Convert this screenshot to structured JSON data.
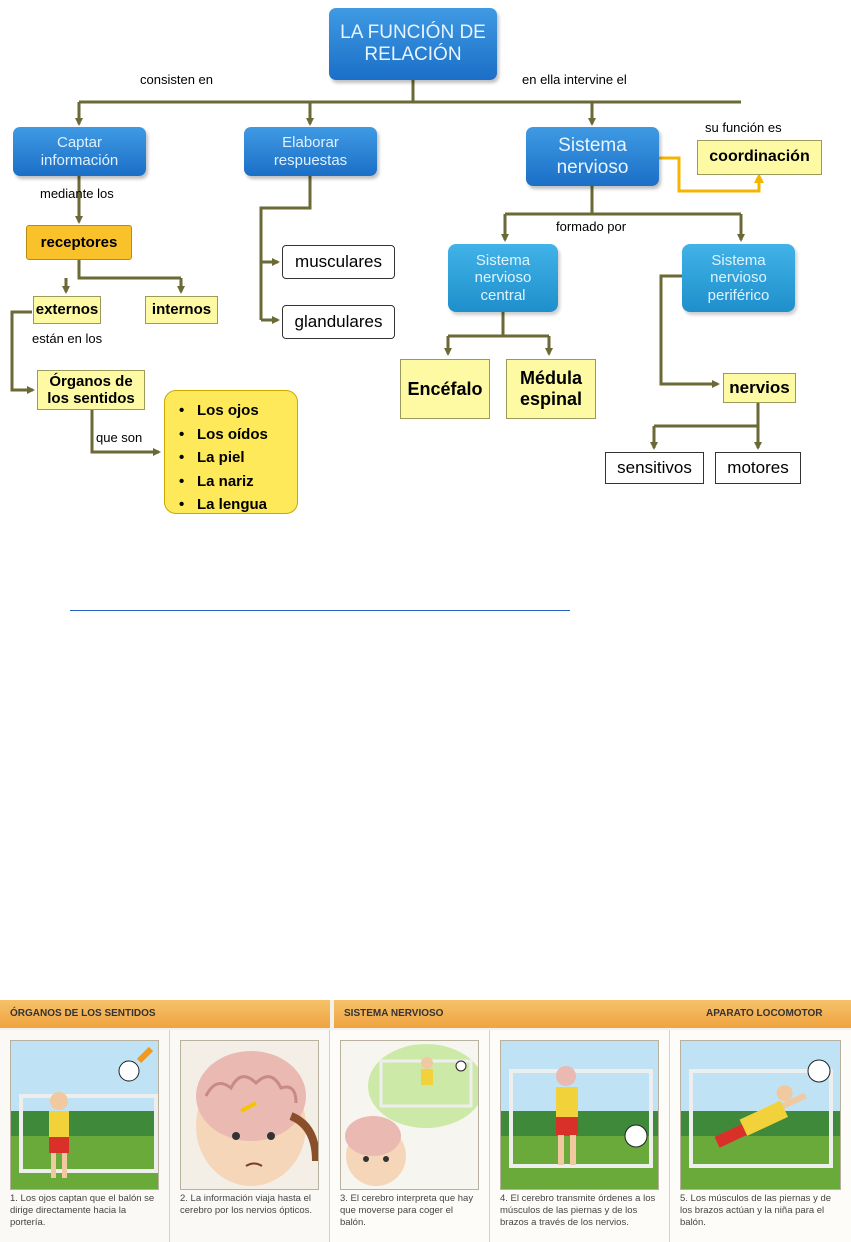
{
  "concept_map": {
    "title": "LA FUNCIÓN DE RELACIÓN",
    "links": {
      "consisten_en": "consisten en",
      "en_ella": "en ella intervine el",
      "mediante": "mediante los",
      "estan_en": "están en los",
      "que_son": "que son",
      "su_funcion": "su función es",
      "formado_por": "formado por"
    },
    "captar": "Captar información",
    "elaborar": "Elaborar respuestas",
    "sistema_nervioso": "Sistema nervioso",
    "coordinacion": "coordinación",
    "receptores": "receptores",
    "externos": "externos",
    "internos": "internos",
    "organos": "Órganos de los sentidos",
    "senses": [
      "Los ojos",
      "Los oídos",
      "La piel",
      "La nariz",
      "La lengua"
    ],
    "musculares": "musculares",
    "glandulares": "glandulares",
    "snc": "Sistema nervioso central",
    "snp": "Sistema nervioso periférico",
    "encefalo": "Encéfalo",
    "medula": "Médula espinal",
    "nervios": "nervios",
    "sensitivos": "sensitivos",
    "motores": "motores"
  },
  "strip": {
    "headers": {
      "organos": "ÓRGANOS DE LOS SENTIDOS",
      "sistema": "SISTEMA NERVIOSO",
      "aparato": "APARATO LOCOMOTOR"
    },
    "captions": [
      "1. Los ojos captan que el balón se dirige directamente hacia la portería.",
      "2. La información viaja hasta el cerebro por los nervios ópticos.",
      "3. El cerebro interpreta que hay que moverse para coger el balón.",
      "4. El cerebro transmite órdenes a los músculos de las piernas y de los brazos a través de los nervios.",
      "5. Los músculos de las piernas y de los brazos actúan y la niña para el balón."
    ]
  },
  "colors": {
    "arrow": "#6b6a36",
    "yellow_arrow": "#f5b400",
    "blue": "#1b6fc7",
    "cyan": "#1e8fcb",
    "pale_yellow": "#fdfaa3",
    "orange": "#f9c12a"
  }
}
